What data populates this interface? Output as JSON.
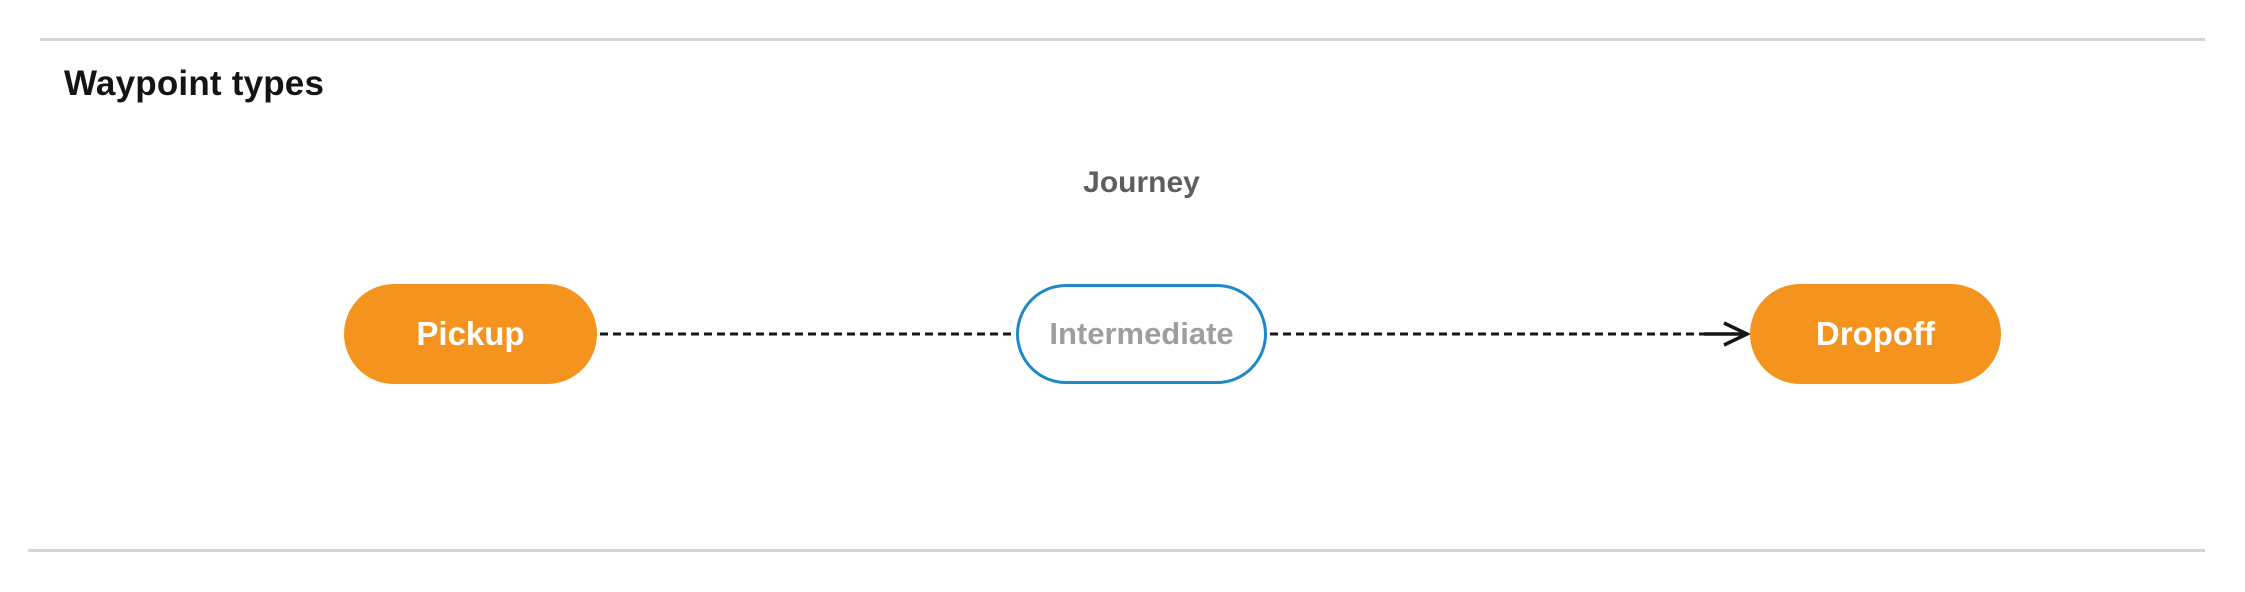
{
  "page": {
    "title": "Waypoint types"
  },
  "diagram": {
    "journey_label": "Journey",
    "nodes": [
      {
        "id": "pickup",
        "label": "Pickup",
        "style": "filled"
      },
      {
        "id": "intermediate",
        "label": "Intermediate",
        "style": "outlined"
      },
      {
        "id": "dropoff",
        "label": "Dropoff",
        "style": "filled"
      }
    ],
    "connections": [
      {
        "from": "pickup",
        "to": "intermediate",
        "style": "dashed"
      },
      {
        "from": "intermediate",
        "to": "dropoff",
        "style": "dashed",
        "arrowhead": "end"
      }
    ],
    "colors": {
      "node_fill_orange": "#f4941e",
      "node_outline_blue": "#1e88c9",
      "filled_node_text": "#ffffff",
      "outlined_node_text": "#9e9e9e",
      "journey_label_text": "#5e5e5e",
      "title_text": "#141414",
      "connector_line": "#161616",
      "divider_line": "#d5d5d5",
      "background": "#ffffff"
    }
  }
}
